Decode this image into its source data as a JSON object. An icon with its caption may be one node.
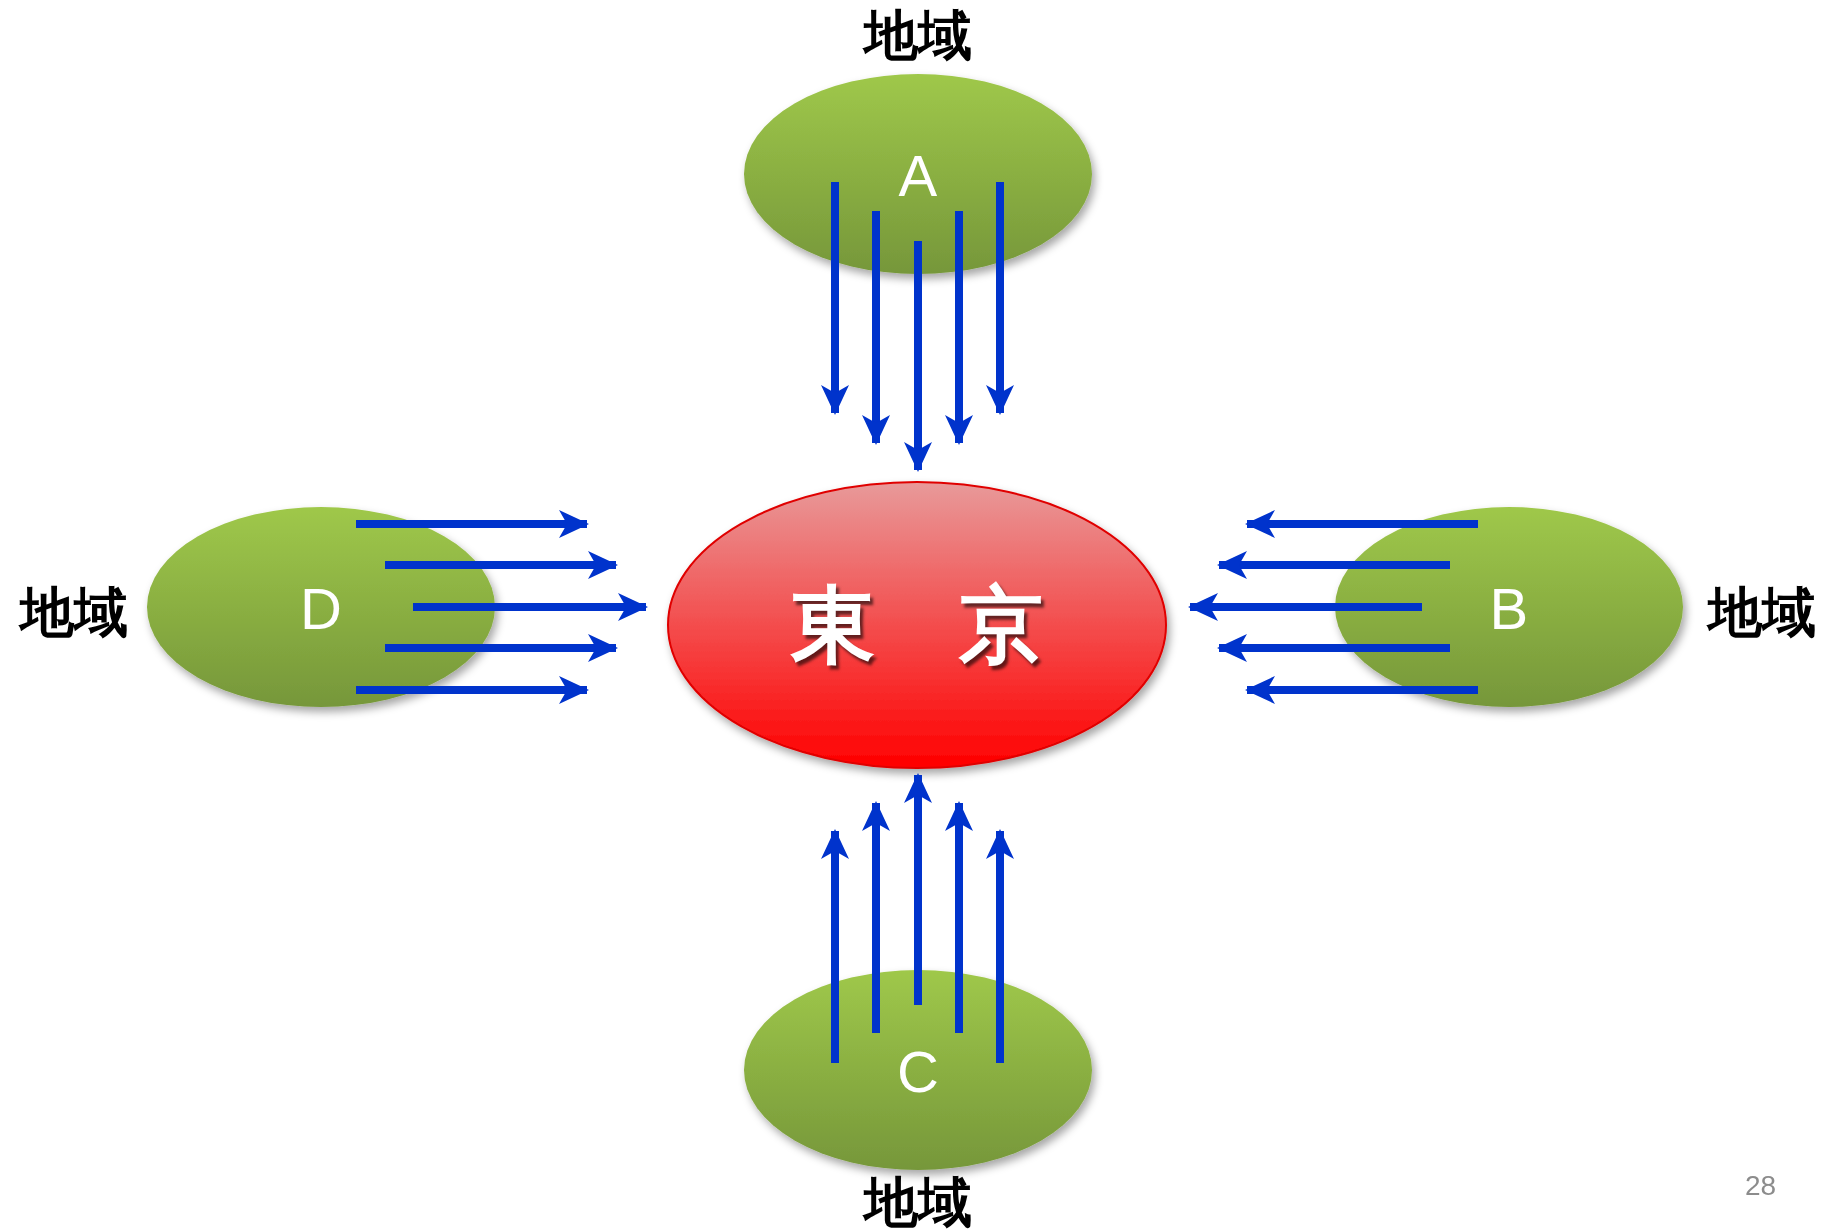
{
  "diagram": {
    "nodes": [
      {
        "text": [
          "地域",
          "A"
        ]
      },
      {
        "text": [
          "地域",
          "D"
        ]
      },
      {
        "text": [
          "東　京"
        ]
      },
      {
        "text": [
          "B",
          "地域"
        ]
      },
      {
        "text": [
          "C",
          "地域"
        ]
      }
    ],
    "edges": [
      {
        "from": 0,
        "to": 2,
        "arrow": "to"
      },
      {
        "from": 0,
        "to": 2,
        "arrow": "to"
      },
      {
        "from": 0,
        "to": 2,
        "arrow": "to"
      },
      {
        "from": 0,
        "to": 2,
        "arrow": "to"
      },
      {
        "from": 0,
        "to": 2,
        "arrow": "to"
      },
      {
        "from": 1,
        "to": 2,
        "arrow": "to"
      },
      {
        "from": 1,
        "to": 2,
        "arrow": "to"
      },
      {
        "from": 1,
        "to": 2,
        "arrow": "to"
      },
      {
        "from": 1,
        "to": 2,
        "arrow": "to"
      },
      {
        "from": 1,
        "to": 2,
        "arrow": "to"
      },
      {
        "from": 3,
        "to": 2,
        "arrow": "to"
      },
      {
        "from": 3,
        "to": 2,
        "arrow": "to"
      },
      {
        "from": 3,
        "to": 2,
        "arrow": "to"
      },
      {
        "from": 3,
        "to": 2,
        "arrow": "to"
      },
      {
        "from": 3,
        "to": 2,
        "arrow": "to"
      },
      {
        "from": 4,
        "to": 2,
        "arrow": "to"
      },
      {
        "from": 4,
        "to": 2,
        "arrow": "to"
      },
      {
        "from": 4,
        "to": 2,
        "arrow": "to"
      },
      {
        "from": 4,
        "to": 2,
        "arrow": "to"
      },
      {
        "from": 4,
        "to": 2,
        "arrow": "to"
      }
    ],
    "labels": [
      "28"
    ]
  }
}
